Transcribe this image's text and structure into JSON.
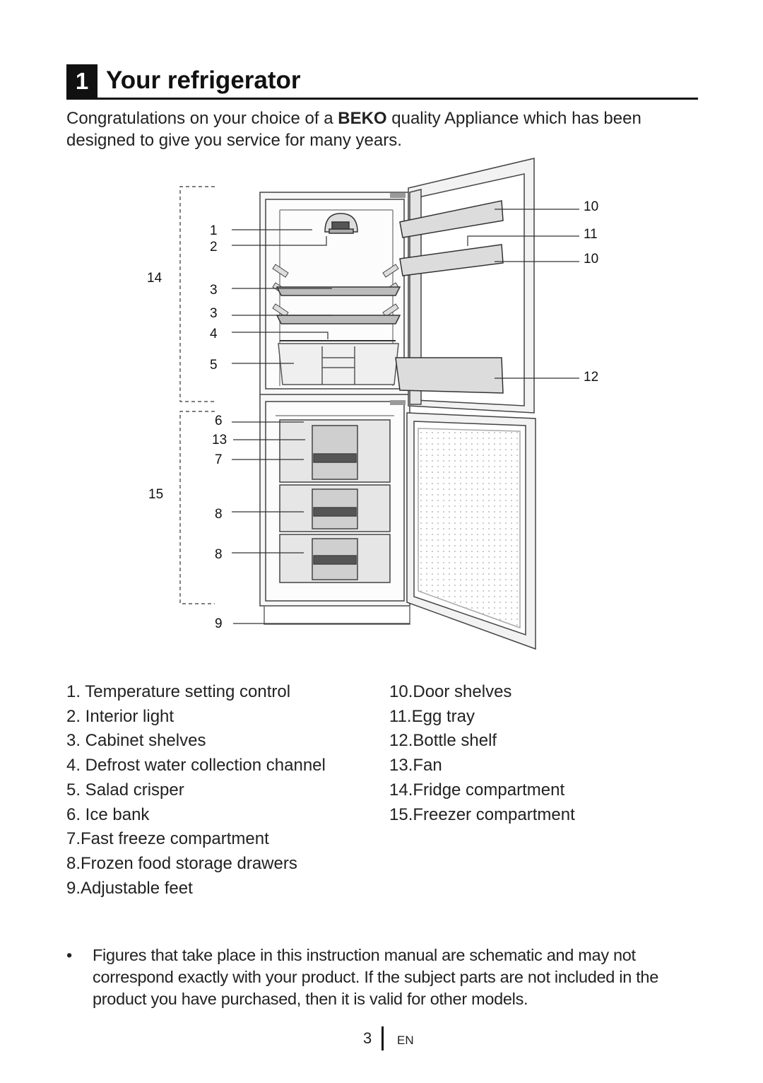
{
  "heading": {
    "number": "1",
    "title": "Your refrigerator"
  },
  "intro": {
    "before": " Congratulations on your choice of a ",
    "brand": "BEKO",
    "after": " quality Appliance which has been designed to give you service for many years."
  },
  "diagram_labels": {
    "l1": "1",
    "l2": "2",
    "l3a": "3",
    "l3b": "3",
    "l4": "4",
    "l5": "5",
    "l6": "6",
    "l13": "13",
    "l7": "7",
    "l8a": "8",
    "l8b": "8",
    "l9": "9",
    "l10a": "10",
    "l11": "11",
    "l10b": "10",
    "l12": "12",
    "l14": "14",
    "l15": "15"
  },
  "legend": {
    "left": [
      "1. Temperature setting control",
      "2. Interior light",
      "3. Cabinet shelves",
      "4. Defrost water collection channel",
      "5. Salad crisper",
      "6. Ice bank",
      "7.Fast freeze compartment",
      "8.Frozen food storage drawers",
      "9.Adjustable feet"
    ],
    "right": [
      "10.Door shelves",
      "11.Egg tray",
      "12.Bottle shelf",
      "13.Fan",
      "14.Fridge compartment",
      "15.Freezer compartment"
    ]
  },
  "note": {
    "bullet": "•",
    "text": "Figures that take place in this instruction manual are schematic and may not correspond exactly with your product. If the subject parts are not included in the product you have purchased, then it is valid for other models."
  },
  "footer": {
    "page_number": "3",
    "language": "EN"
  }
}
